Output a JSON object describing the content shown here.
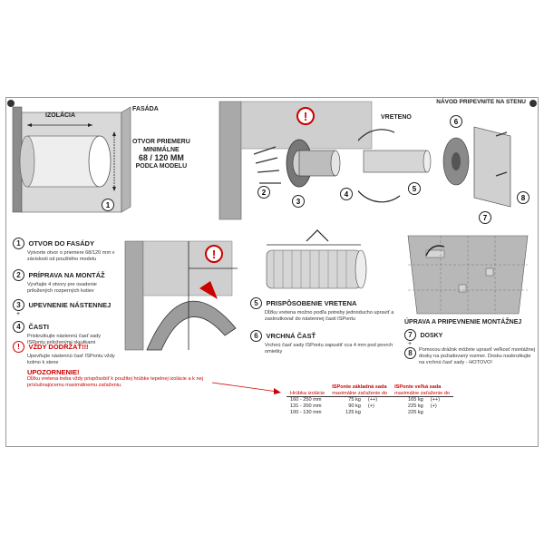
{
  "header": {
    "manual_title": "NÁVOD PRIPEVNITE NA STENU"
  },
  "diagram_labels": {
    "insulation": "IZOLÁCIA",
    "facade": "FASÁDA",
    "hole_line1": "OTVOR PRIEMERU",
    "hole_line2": "MINIMÁLNE",
    "hole_line3": "68 / 120 MM",
    "hole_line4": "PODĽA MODELU",
    "spindle": "VRETENO"
  },
  "callout_numbers": [
    "1",
    "2",
    "3",
    "4",
    "5",
    "6",
    "7",
    "8"
  ],
  "steps": {
    "s1": {
      "num": "1",
      "title": "OTVOR DO FASÁDY",
      "text": "Vytvorte otvor o priemere 68/120 mm v závislosti od použitého modelu"
    },
    "s2": {
      "num": "2",
      "title": "PRÍPRAVA NA MONTÁŽ",
      "text": "Vyvŕtajte 4 otvory pre osadenie priložených rozperných kotiev"
    },
    "s34": {
      "num_a": "3",
      "num_b": "4",
      "plus": "+",
      "title_l1": "UPEVNENIE NÁSTENNEJ",
      "title_l2": "ČASTI",
      "text": "Priskrutkujte nástennú časť sady ISPontu priloženými skrutkami"
    },
    "always": {
      "title": "VŽDY DODRŽAŤ!!!",
      "text": "Upevňujte nástennú časť ISPontu vždy kolmo k stene"
    },
    "s5": {
      "num": "5",
      "title": "PRISPÔSOBENIE VRETENA",
      "text": "Dĺžku vretena možno podľa potreby jednoducho upraviť a zaskrutkovať do nástennej časti ISPontu"
    },
    "s6": {
      "num": "6",
      "title": "VRCHNÁ ČASŤ",
      "text": "Vrchnú časť sady ISPontu zapustiť cca 4 mm pod povrch omietky"
    },
    "s78": {
      "num_a": "7",
      "num_b": "8",
      "plus": "+",
      "title_l1": "ÚPRAVA A PRIPEVNENIE MONTÁŽNEJ",
      "title_l2": "DOSKY",
      "text": "Pomocou drážok môžete upraviť veľkosť montážnej dosky na požadovaný rozmer. Dosku naskrutkujte na vrchnú časť sady - HOTOVO!"
    }
  },
  "warning": {
    "title": "UPOZORNENIE!",
    "text": "Dĺžku vretena treba vždy prispôsobiť k použitej hrúbke tepelnej izolácie a k nej príslušnajúcemu maximálnemu zaťaženiu."
  },
  "load_table": {
    "col1": "Hrúbka izolácie",
    "col2_title": "ISPonte základná sada",
    "col2_sub": "maximálne zaťaženie do",
    "col3_title": "ISPonte veľká sada",
    "col3_sub": "maximálne zaťaženie do",
    "rows": [
      {
        "range": "160 - 250 mm",
        "basic": "75 kg",
        "basic_note": "(++)",
        "large": "165 kg",
        "large_note": "(++)"
      },
      {
        "range": "131 - 200 mm",
        "basic": "90 kg",
        "basic_note": "(+)",
        "large": "225 kg",
        "large_note": "(+)"
      },
      {
        "range": "100 - 130 mm",
        "basic": "125 kg",
        "basic_note": "",
        "large": "225 kg",
        "large_note": ""
      }
    ]
  },
  "colors": {
    "accent_red": "#cc0000",
    "wall_gray": "#a9a9a9",
    "light_gray": "#d9d9d9"
  }
}
